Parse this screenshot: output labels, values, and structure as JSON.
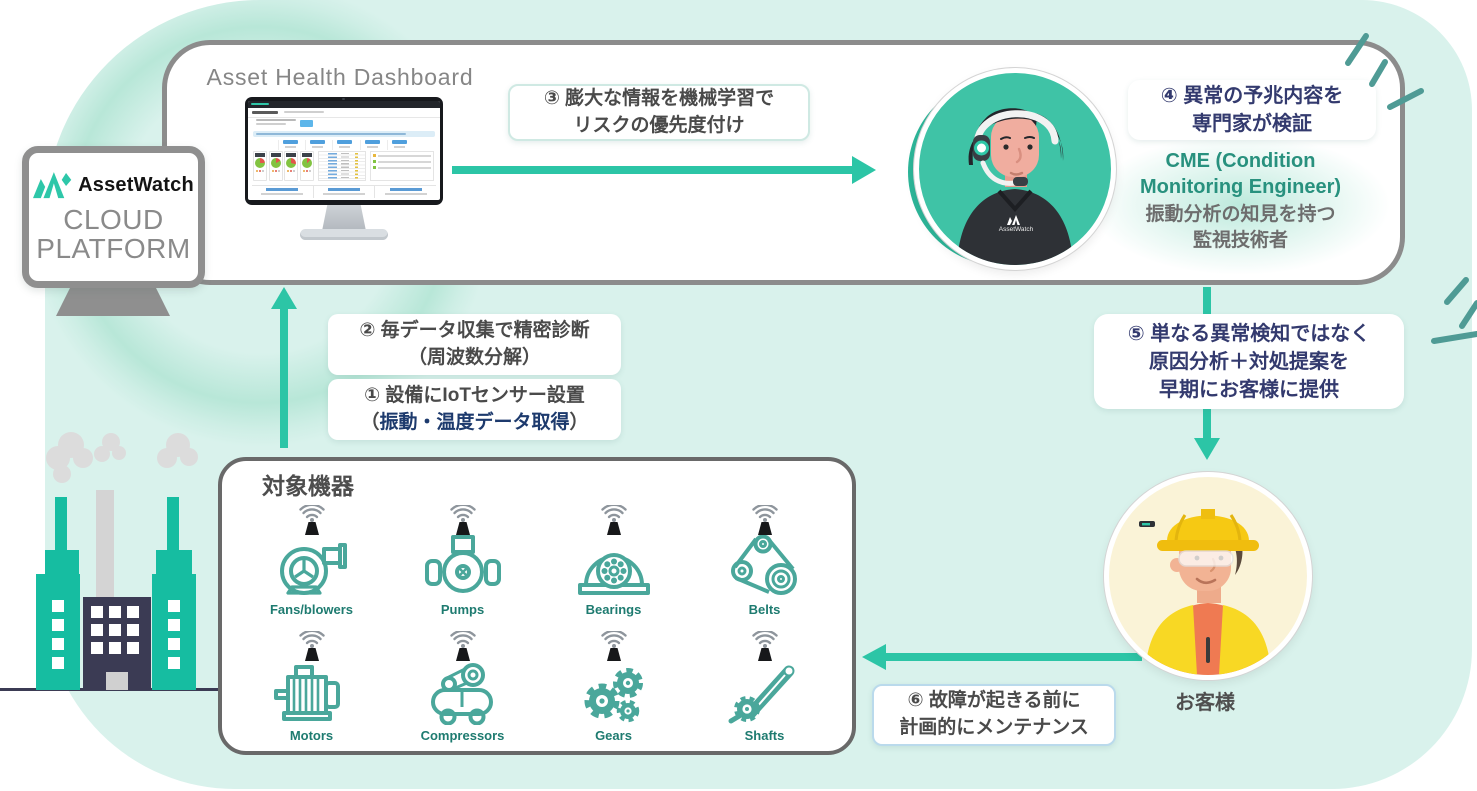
{
  "logo_monitor": {
    "brand": "AssetWatch",
    "line1": "CLOUD",
    "line2": "PLATFORM"
  },
  "panel": {
    "dashboard_title": "Asset Health Dashboard"
  },
  "steps": {
    "s1_line1": "① 設備にIoTセンサー設置",
    "s1_open": "（",
    "s1_highlight": "振動・温度データ取得",
    "s1_close": "）",
    "s2": "② 毎データ収集で精密診断\n（周波数分解）",
    "s3": "③ 膨大な情報を機械学習で\nリスクの優先度付け",
    "s4": "④ 異常の予兆内容を\n専門家が検証",
    "s5": "⑤ 単なる異常検知ではなく\n原因分析＋対処提案を\n早期にお客様に提供",
    "s6": "⑥ 故障が起きる前に\n計画的にメンテナンス"
  },
  "cme": {
    "title": "CME (Condition\nMonitoring Engineer)",
    "subtitle": "振動分析の知見を持つ\n監視技術者",
    "shirt_label": "AssetWatch"
  },
  "customer": {
    "label": "お客様"
  },
  "equipment": {
    "title": "対象機器",
    "items": [
      {
        "label": "Fans/blowers",
        "icon": "fan-icon"
      },
      {
        "label": "Pumps",
        "icon": "pump-icon"
      },
      {
        "label": "Bearings",
        "icon": "bearing-icon"
      },
      {
        "label": "Belts",
        "icon": "belt-icon"
      },
      {
        "label": "Motors",
        "icon": "motor-icon"
      },
      {
        "label": "Compressors",
        "icon": "compressor-icon"
      },
      {
        "label": "Gears",
        "icon": "gear-icon"
      },
      {
        "label": "Shafts",
        "icon": "shaft-icon"
      }
    ]
  },
  "colors": {
    "mint": "#d9f2ec",
    "accent_teal": "#2cc5a6",
    "icon_teal": "#4aa79b",
    "navy": "#333a6e",
    "highlight_navy": "#1d3a6d",
    "cme_green": "#28917e",
    "gray_text": "#4a4a4a"
  }
}
